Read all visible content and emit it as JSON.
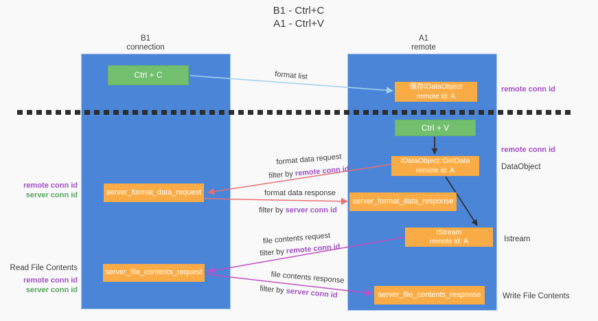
{
  "title": {
    "line1": "B1 - Ctrl+C",
    "line2": "A1 - Ctrl+V"
  },
  "lanes": {
    "left": {
      "name": "B1",
      "role": "connection"
    },
    "right": {
      "name": "A1",
      "role": "remote"
    }
  },
  "boxes": {
    "ctrl_c": {
      "label": "Ctrl + C"
    },
    "save_idataobject": {
      "line1": "保存IDataObject",
      "line2": "remote id: A"
    },
    "ctrl_v": {
      "label": "Ctrl + V"
    },
    "idataobject_getdata": {
      "line1": "IDataObject::GetData",
      "line2": "remote id: A"
    },
    "server_format_data_request": {
      "label": "server_format_data_request"
    },
    "server_format_data_response": {
      "label": "server_format_data_response"
    },
    "istream": {
      "line1": "IStream",
      "line2": "remote id: A"
    },
    "server_file_contents_request": {
      "label": "server_file_contents_request"
    },
    "server_file_contents_response": {
      "label": "server_file_contents_response"
    }
  },
  "arrow_labels": {
    "format_list": "format list",
    "format_data_request": "format data request",
    "format_data_response": "format data response",
    "file_contents_request": "file contents request",
    "file_contents_response": "file contents response",
    "filter_by": "filter by ",
    "remote_conn_id": "remote conn id",
    "server_conn_id": "server conn id"
  },
  "side_labels": {
    "remote_conn_id": "remote conn id",
    "server_conn_id": "server conn id",
    "dataobject": "DataObject",
    "istream": "Istream",
    "read_file_contents": "Read File Contents",
    "write_file_contents": "Write File Contents"
  },
  "colors": {
    "lane_blue": "#4a85d8",
    "box_green": "#72bf6e",
    "box_orange": "#f9ac45",
    "arrow_light_blue": "#a6d1ec",
    "arrow_red": "#e87070",
    "arrow_magenta": "#c44ec4",
    "arrow_black": "#333333",
    "text_purple": "#a14fc2",
    "text_green": "#58a55c",
    "dashed_line": "#2d2d2d"
  }
}
